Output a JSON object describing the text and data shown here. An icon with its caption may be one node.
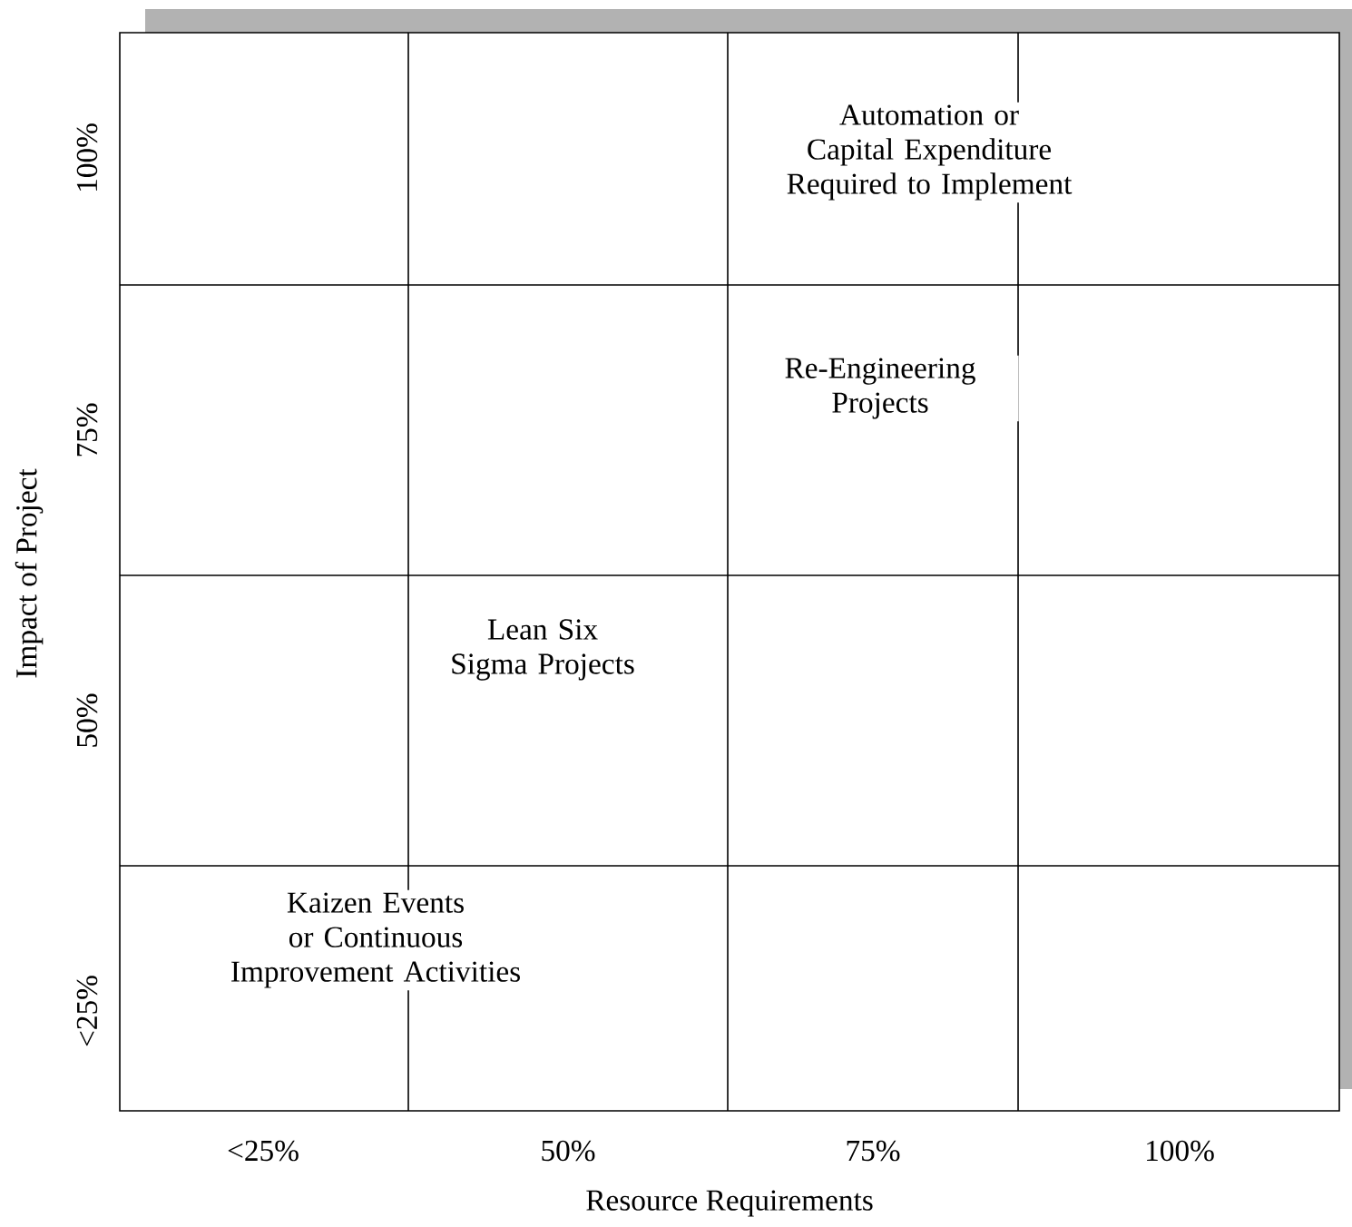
{
  "diagram": {
    "labels": [
      "100%",
      "Automation or Capital Expenditure Required to Implement",
      "75%",
      "Re-Engineering Projects",
      "Impact of Project",
      "Lean Six Sigma Projects",
      "50%",
      "Kaizen Events or Continuous Improvement Activities",
      "<25%",
      "<25%",
      "50%",
      "75%",
      "100%",
      "Resource Requirements"
    ]
  }
}
